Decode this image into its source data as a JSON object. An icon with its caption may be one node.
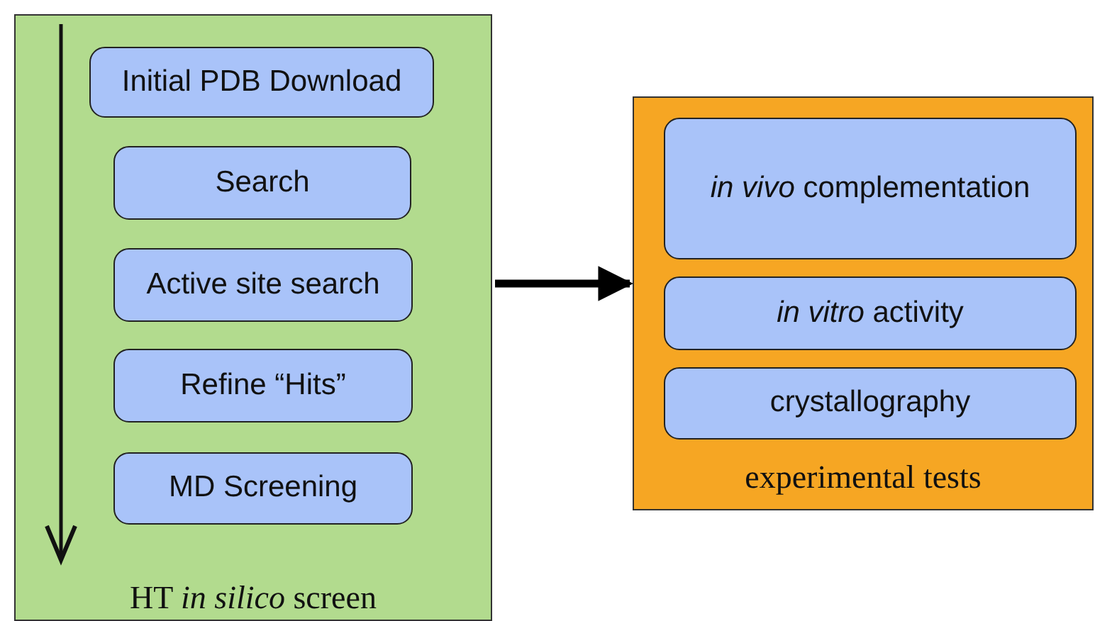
{
  "diagram": {
    "nodes": [
      {
        "text": [
          "HT *in silico* screen"
        ]
      },
      {
        "text": [
          "Initial PDB Download"
        ],
        "in": 0
      },
      {
        "text": [
          "Search"
        ],
        "in": 0
      },
      {
        "text": [
          "Active site search"
        ],
        "in": 0
      },
      {
        "text": [
          "Refine “Hits”"
        ],
        "in": 0
      },
      {
        "text": [
          "MD Screening"
        ],
        "in": 0
      },
      {
        "text": [
          "experimental tests"
        ]
      },
      {
        "text": [
          "*in vivo* complementation"
        ],
        "in": 6
      },
      {
        "text": [
          "*in vitro* activity"
        ],
        "in": 6
      },
      {
        "text": [
          "crystallography"
        ],
        "in": 6
      }
    ],
    "edges": [
      {
        "from": 0,
        "to": 6,
        "arrow": "to"
      }
    ]
  }
}
